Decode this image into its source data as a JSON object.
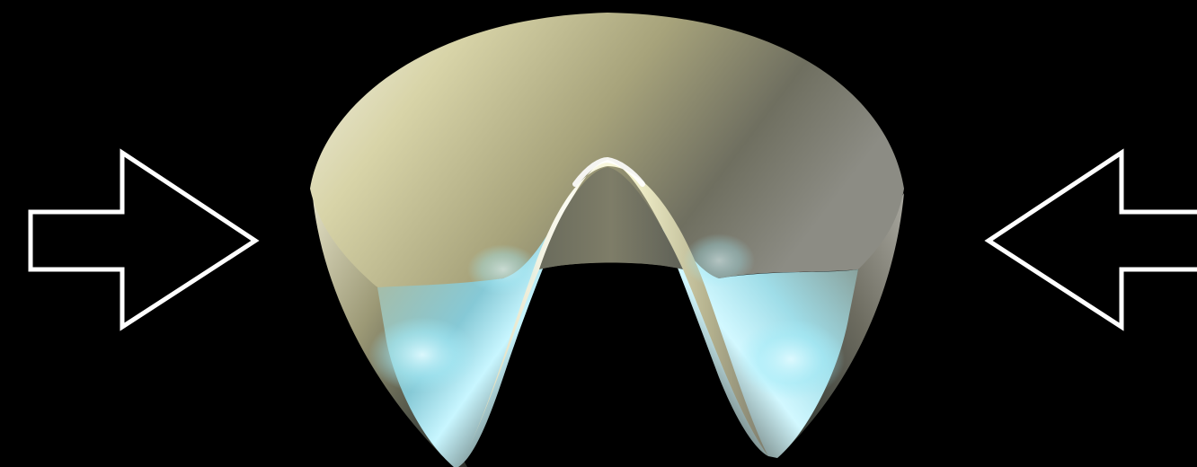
{
  "scene": {
    "background_color": "#000000",
    "outline_color": "#ffffff",
    "figure": "mexican-hat-potential-surface",
    "arrows": [
      {
        "name": "left-arrow",
        "direction": "right"
      },
      {
        "name": "right-arrow",
        "direction": "left"
      }
    ],
    "surface_colors": {
      "rim_light": "#e8e6c8",
      "rim_mid": "#a8a47c",
      "rim_dark": "#5a5a4e",
      "highlight_cyan": "#bff4ff",
      "ridge_white": "#ffffff",
      "shadow": "#2e322c"
    }
  }
}
